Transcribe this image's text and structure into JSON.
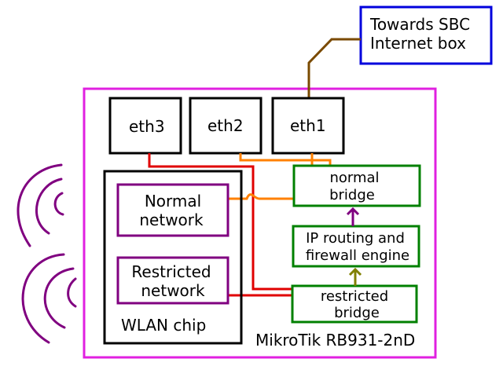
{
  "diagram": {
    "device": {
      "label": "MikroTik RB931-2nD"
    },
    "external": {
      "line1": "Towards SBC",
      "line2": "Internet box"
    },
    "ports": {
      "eth1": "eth1",
      "eth2": "eth2",
      "eth3": "eth3"
    },
    "wlan": {
      "label": "WLAN chip",
      "normal": {
        "line1": "Normal",
        "line2": "network"
      },
      "restricted": {
        "line1": "Restricted",
        "line2": "network"
      }
    },
    "bridges": {
      "normal": {
        "line1": "normal",
        "line2": "bridge"
      },
      "restricted": {
        "line1": "restricted",
        "line2": "bridge"
      }
    },
    "engine": {
      "line1": "IP routing and",
      "line2": "firewall engine"
    }
  },
  "colors": {
    "device_border": "#e020e0",
    "external_border": "#0000dd",
    "box_black": "#000000",
    "wlan_net_border": "#800080",
    "bridge_border": "#008000",
    "uplink_line": "#7a4a00",
    "orange_line": "#ff8000",
    "red_line": "#e00000",
    "purple_arrow": "#800080",
    "olive_arrow": "#808000",
    "wifi_arcs": "#800080"
  }
}
